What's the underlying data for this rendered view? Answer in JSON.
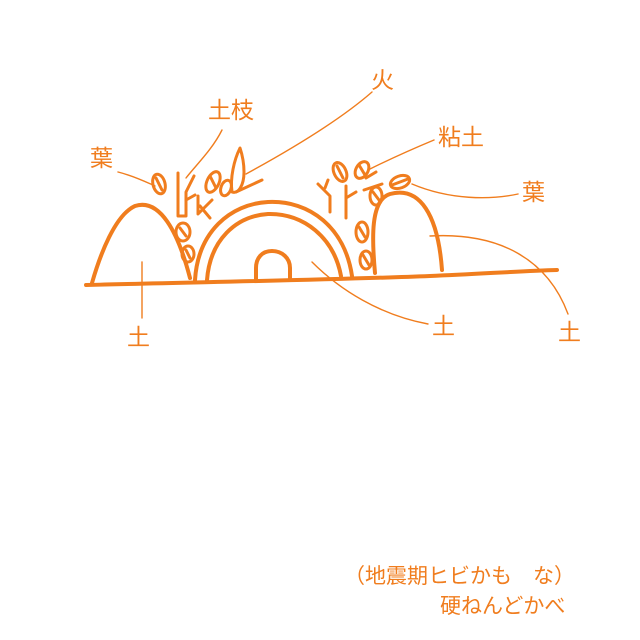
{
  "colors": {
    "ink": "#f07d1e",
    "background": "#ffffff"
  },
  "labels": {
    "fire": "火",
    "earth_branch": "土枝",
    "clay": "粘土",
    "leaf_left": "葉",
    "leaf_right": "葉",
    "soil_left": "土",
    "soil_center": "土",
    "soil_right": "土"
  },
  "note": {
    "line1": "（地震期ヒビかも　な）",
    "line2": "硬ねんどかべ"
  }
}
